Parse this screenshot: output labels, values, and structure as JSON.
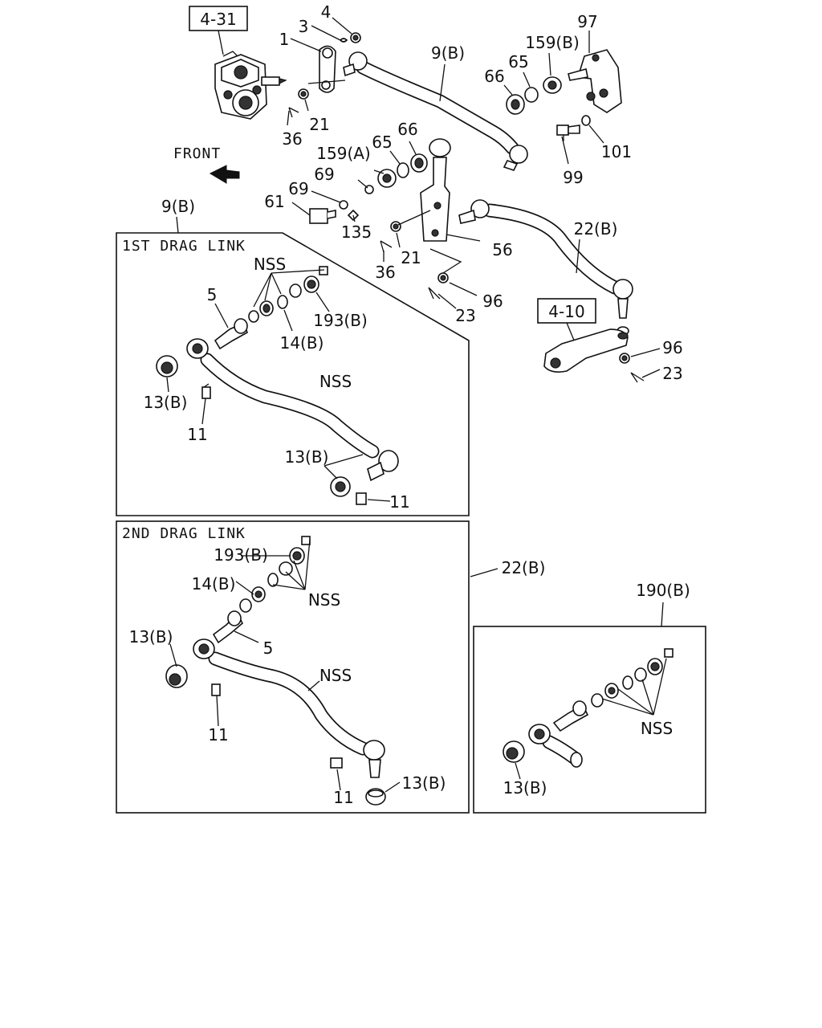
{
  "refs": {
    "r431": "4-31",
    "r410": "4-10"
  },
  "front_label": "FRONT",
  "panels": {
    "first": "1ST DRAG LINK",
    "second": "2ND DRAG LINK"
  },
  "labels": {
    "l4": "4",
    "l3": "3",
    "l1": "1",
    "l21a": "21",
    "l36a": "36",
    "l9a": "9(B)",
    "l97": "97",
    "l159b": "159(B)",
    "l65a": "65",
    "l66a": "66",
    "l66b": "66",
    "l65b": "65",
    "l159a": "159(A)",
    "l69a": "69",
    "l69b": "69",
    "l61": "61",
    "l135": "135",
    "l21b": "21",
    "l36b": "36",
    "l56": "56",
    "l22a": "22(B)",
    "l96a": "96",
    "l23a": "23",
    "l101": "101",
    "l99": "99",
    "l96b": "96",
    "l23b": "23",
    "l9b": "9(B)",
    "p1_nss1": "NSS",
    "p1_5": "5",
    "p1_193": "193(B)",
    "p1_14": "14(B)",
    "p1_13a": "13(B)",
    "p1_11a": "11",
    "p1_nss2": "NSS",
    "p1_13b": "13(B)",
    "p1_11b": "11",
    "l22b": "22(B)",
    "p2_193": "193(B)",
    "p2_14": "14(B)",
    "p2_nss1": "NSS",
    "p2_13a": "13(B)",
    "p2_5": "5",
    "p2_nss2": "NSS",
    "p2_11a": "11",
    "p2_11b": "11",
    "p2_13b": "13(B)",
    "l190": "190(B)",
    "p3_nss": "NSS",
    "p3_13": "13(B)"
  }
}
